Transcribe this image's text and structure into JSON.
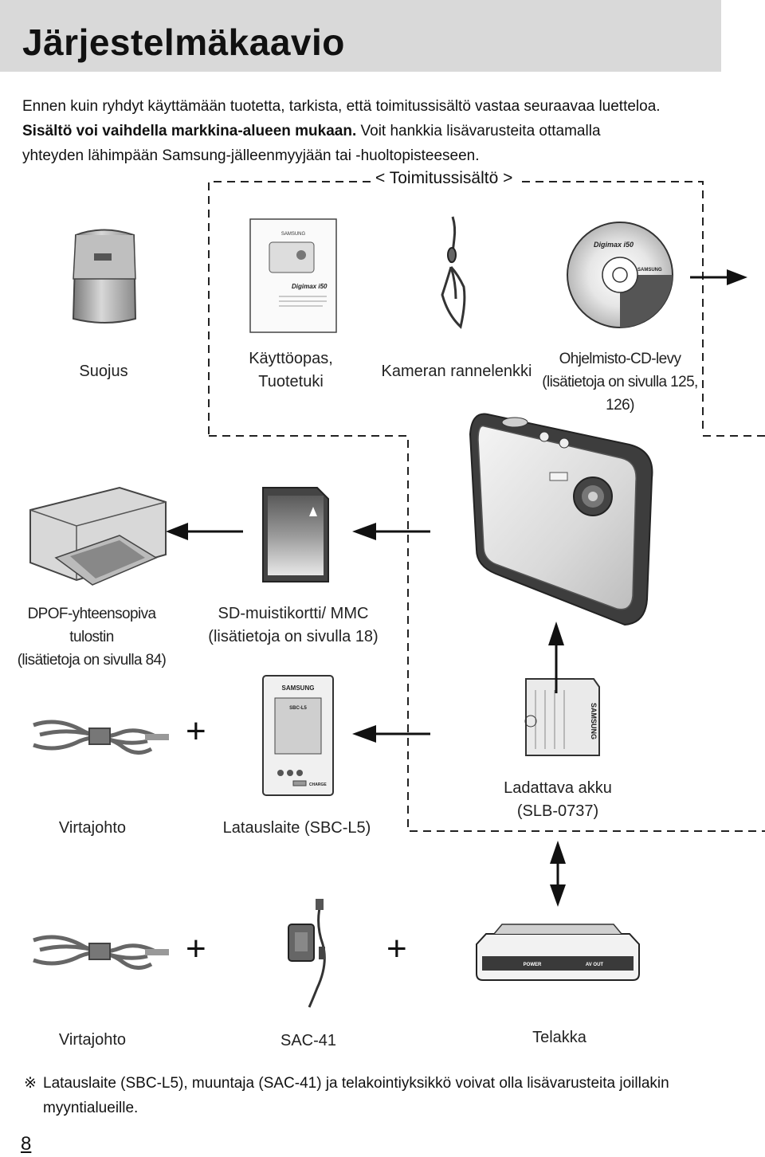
{
  "header": {
    "title": "Järjestelmäkaavio"
  },
  "intro": {
    "line1": "Ennen kuin ryhdyt käyttämään tuotetta, tarkista, että toimitussisältö vastaa seuraavaa luetteloa.",
    "line2_bold": "Sisältö voi vaihdella markkina-alueen mukaan.",
    "line2_rest": " Voit hankkia lisävarusteita ottamalla",
    "line3": "yhteyden lähimpään Samsung-jälleenmyyjään tai -huoltopisteeseen."
  },
  "delivery_box": {
    "title": "< Toimitussisältö >"
  },
  "items": {
    "case": {
      "label": "Suojus"
    },
    "manual": {
      "label_1": "Käyttöopas,",
      "label_2": "Tuotetuki",
      "cover_brand": "SAMSUNG",
      "cover_model": "Digimax i50"
    },
    "strap": {
      "label": "Kameran rannelenkki"
    },
    "cd": {
      "label_1": "Ohjelmisto-CD-levy",
      "label_2": "(lisätietoja on sivulla 125, 126)",
      "disc_brand": "SAMSUNG",
      "disc_model": "Digimax i50"
    },
    "printer": {
      "label_1": "DPOF-yhteensopiva tulostin",
      "label_2": "(lisätietoja on sivulla 84)"
    },
    "sd_card": {
      "label_1": "SD-muistikortti/ MMC",
      "label_2": "(lisätietoja on sivulla 18)"
    },
    "power_cord_1": {
      "label": "Virtajohto"
    },
    "charger": {
      "label": "Latauslaite (SBC-L5)",
      "brand": "SAMSUNG",
      "model": "SBC-L5",
      "charge_text": "CHARGE"
    },
    "battery": {
      "label_1": "Ladattava akku",
      "label_2": "(SLB-0737)",
      "brand": "SAMSUNG"
    },
    "power_cord_2": {
      "label": "Virtajohto"
    },
    "adapter": {
      "label": "SAC-41"
    },
    "cradle": {
      "label": "Telakka",
      "port_power": "POWER",
      "port_av": "AV OUT"
    }
  },
  "symbols": {
    "plus": "+"
  },
  "footer": {
    "note_mark": "※",
    "note_line1": "Latauslaite (SBC-L5), muuntaja (SAC-41) ja telakointiyksikkö voivat olla lisävarusteita joillakin",
    "note_line2": "myyntialueille.",
    "page_number": "8"
  },
  "colors": {
    "title_band": "#d9d9d9",
    "line": "#222222",
    "device_gray": "#9a9a9a"
  }
}
